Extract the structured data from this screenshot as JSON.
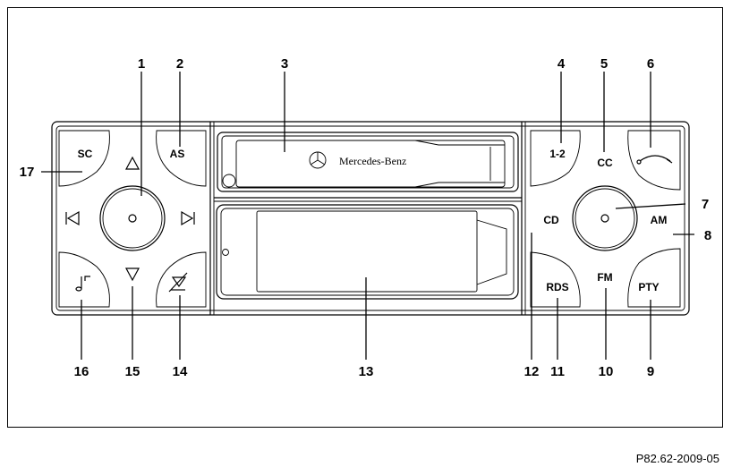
{
  "figure": {
    "reference_code": "P82.62-2009-05",
    "brand_label": "Mercedes-Benz"
  },
  "callouts": {
    "n1": "1",
    "n2": "2",
    "n3": "3",
    "n4": "4",
    "n5": "5",
    "n6": "6",
    "n7": "7",
    "n8": "8",
    "n9": "9",
    "n10": "10",
    "n11": "11",
    "n12": "12",
    "n13": "13",
    "n14": "14",
    "n15": "15",
    "n16": "16",
    "n17": "17"
  },
  "buttons": {
    "sc": "SC",
    "as": "AS",
    "one_two": "1-2",
    "cc": "CC",
    "cd": "CD",
    "am": "AM",
    "rds": "RDS",
    "fm": "FM",
    "pty": "PTY"
  },
  "icons": {
    "up": "arrow-up-icon",
    "down": "arrow-down-icon",
    "seek_back": "skip-back-icon",
    "seek_forward": "skip-forward-icon",
    "volume_knob": "knob-icon",
    "audio": "music-note-icon",
    "mute": "mute-icon",
    "phone": "phone-handset-icon",
    "brand_star": "three-pointed-star-icon"
  }
}
